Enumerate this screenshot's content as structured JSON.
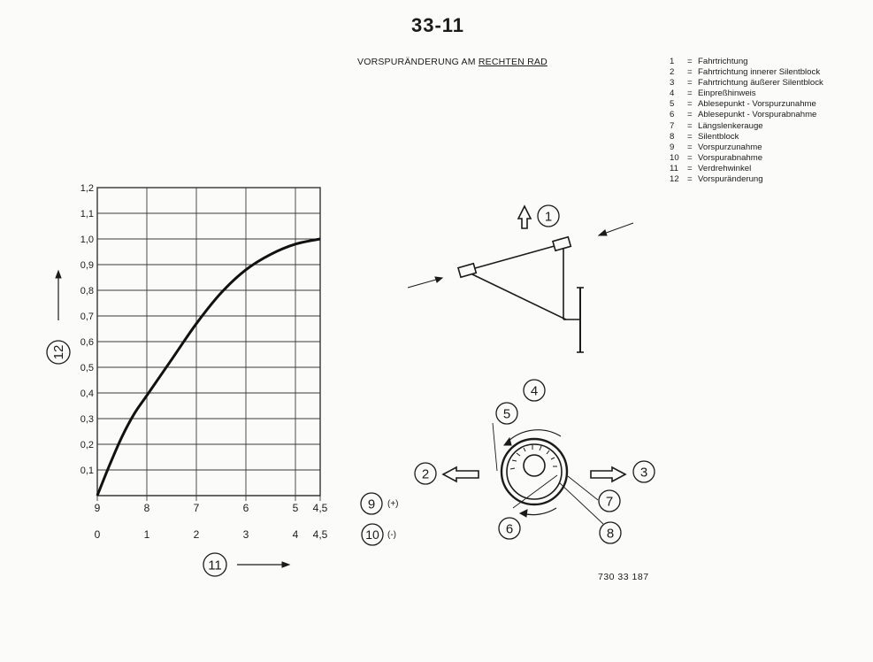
{
  "page_number": "33-11",
  "title": {
    "prefix": "VORSPURÄNDERUNG AM ",
    "emphasis": "RECHTEN RAD"
  },
  "legend": [
    {
      "num": "1",
      "text": "Fahrtrichtung"
    },
    {
      "num": "2",
      "text": "Fahrtrichtung innerer Silentblock"
    },
    {
      "num": "3",
      "text": "Fahrtrichtung äußerer Silentblock"
    },
    {
      "num": "4",
      "text": "Einpreßhinweis"
    },
    {
      "num": "5",
      "text": "Ablesepunkt - Vorspurzunahme"
    },
    {
      "num": "6",
      "text": "Ablesepunkt - Vorspurabnahme"
    },
    {
      "num": "7",
      "text": "Längslenkerauge"
    },
    {
      "num": "8",
      "text": "Silentblock"
    },
    {
      "num": "9",
      "text": "Vorspurzunahme"
    },
    {
      "num": "10",
      "text": "Vorspurabnahme"
    },
    {
      "num": "11",
      "text": "Verdrehwinkel"
    },
    {
      "num": "12",
      "text": "Vorspuränderung"
    }
  ],
  "legend_eq": "=",
  "doc_code": "730 33 187",
  "chart_data": {
    "type": "line",
    "xlabel": "11",
    "ylabel": "12",
    "xlim": [
      0,
      4.5
    ],
    "ylim": [
      0,
      1.2
    ],
    "x_ticks": [
      0,
      1,
      2,
      3,
      4,
      4.5
    ],
    "x_tick_labels_top": [
      "9",
      "8",
      "7",
      "6",
      "5",
      "4,5"
    ],
    "x_tick_labels_top_marker": "(+)",
    "x_tick_labels_bottom": [
      "0",
      "1",
      "2",
      "3",
      "4",
      "4,5"
    ],
    "x_tick_labels_bottom_marker": "(-)",
    "x_label_top_num": "9",
    "x_label_bottom_num": "10",
    "y_ticks": [
      0.1,
      0.2,
      0.3,
      0.4,
      0.5,
      0.6,
      0.7,
      0.8,
      0.9,
      1.0,
      1.1,
      1.2
    ],
    "y_tick_labels": [
      "0,1",
      "0,2",
      "0,3",
      "0,4",
      "0,5",
      "0,6",
      "0,7",
      "0,8",
      "0,9",
      "1,0",
      "1,1",
      "1,2"
    ],
    "grid": true,
    "series": [
      {
        "x": [
          0,
          0.25,
          0.5,
          0.75,
          1.0,
          1.5,
          2.0,
          2.5,
          3.0,
          3.5,
          4.0,
          4.5
        ],
        "y": [
          0.0,
          0.12,
          0.23,
          0.32,
          0.39,
          0.53,
          0.67,
          0.79,
          0.88,
          0.94,
          0.98,
          1.0
        ]
      }
    ]
  },
  "diagram": {
    "labels": {
      "l1": "1",
      "l2": "2",
      "l3": "3",
      "l4": "4",
      "l5": "5",
      "l6": "6",
      "l7": "7",
      "l8": "8",
      "l9": "9",
      "l10": "10",
      "l11": "11",
      "l12": "12"
    }
  }
}
